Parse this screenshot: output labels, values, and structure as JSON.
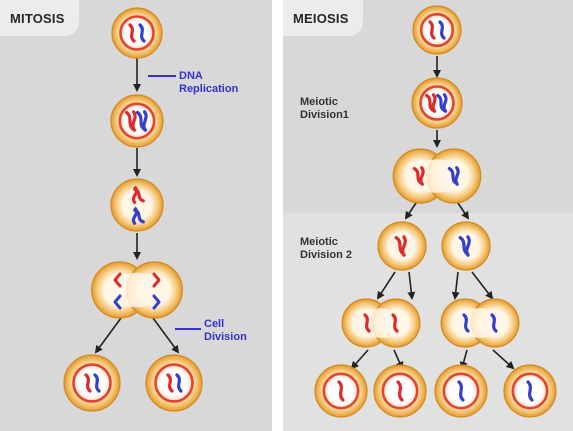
{
  "mitosis": {
    "title": "MITOSIS",
    "replication_label_line1": "DNA",
    "replication_label_line2": "Replication",
    "division_label_line1": "Cell",
    "division_label_line2": "Division"
  },
  "meiosis": {
    "title": "MEIOSIS",
    "division1_label_line1": "Meiotic",
    "division1_label_line2": "Division1",
    "division2_label_line1": "Meiotic",
    "division2_label_line2": "Division 2"
  },
  "colors": {
    "cell_outer": "#e8a53a",
    "cell_inner": "#fbe6c4",
    "nucleus_ring": "#e0462e",
    "chromosome_red": "#dd2a2a",
    "chromosome_blue": "#3540c8",
    "label_blue": "#3333cc",
    "arrow": "#222222"
  }
}
